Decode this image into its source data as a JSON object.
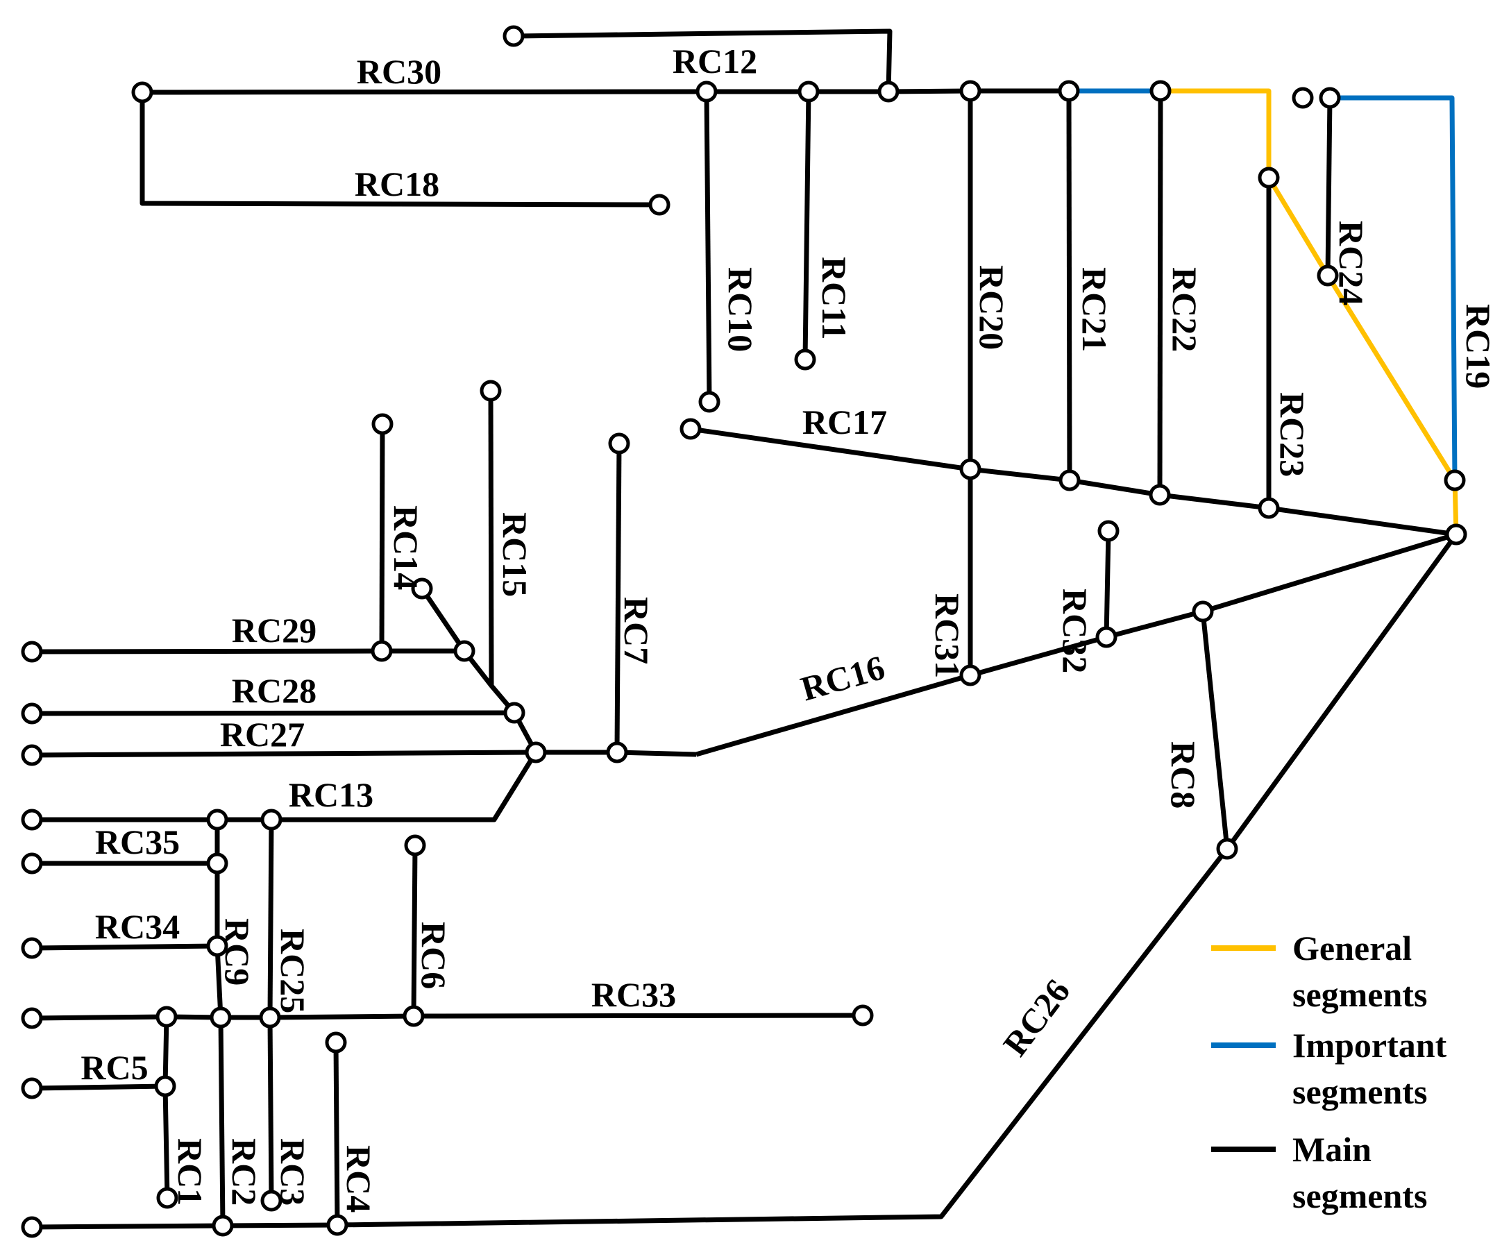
{
  "colors": {
    "main": "#000000",
    "important": "#0070c0",
    "general": "#ffc000"
  },
  "segments": [
    {
      "label": "RC30",
      "type": "main"
    },
    {
      "label": "RC18",
      "type": "main"
    },
    {
      "label": "RC12",
      "type": "main"
    },
    {
      "label": "RC10",
      "type": "main"
    },
    {
      "label": "RC11",
      "type": "main"
    },
    {
      "label": "RC20",
      "type": "main"
    },
    {
      "label": "RC21",
      "type": "main"
    },
    {
      "label": "RC22",
      "type": "main"
    },
    {
      "label": "RC23",
      "type": "main"
    },
    {
      "label": "RC24",
      "type": "main"
    },
    {
      "label": "RC19",
      "type": "important"
    },
    {
      "label": "RC17",
      "type": "main"
    },
    {
      "label": "RC14",
      "type": "main"
    },
    {
      "label": "RC15",
      "type": "main"
    },
    {
      "label": "RC7",
      "type": "main"
    },
    {
      "label": "RC31",
      "type": "main"
    },
    {
      "label": "RC32",
      "type": "main"
    },
    {
      "label": "RC29",
      "type": "main"
    },
    {
      "label": "RC28",
      "type": "main"
    },
    {
      "label": "RC27",
      "type": "main"
    },
    {
      "label": "RC16",
      "type": "main"
    },
    {
      "label": "RC8",
      "type": "main"
    },
    {
      "label": "RC13",
      "type": "main"
    },
    {
      "label": "RC35",
      "type": "main"
    },
    {
      "label": "RC9",
      "type": "main"
    },
    {
      "label": "RC25",
      "type": "main"
    },
    {
      "label": "RC6",
      "type": "main"
    },
    {
      "label": "RC34",
      "type": "main"
    },
    {
      "label": "RC33",
      "type": "main"
    },
    {
      "label": "RC5",
      "type": "main"
    },
    {
      "label": "RC1",
      "type": "main"
    },
    {
      "label": "RC2",
      "type": "main"
    },
    {
      "label": "RC3",
      "type": "main"
    },
    {
      "label": "RC4",
      "type": "main"
    },
    {
      "label": "RC26",
      "type": "main"
    }
  ],
  "legend": {
    "items": [
      {
        "name": "general",
        "line1": "General",
        "line2": "segments",
        "color": "#ffc000"
      },
      {
        "name": "important",
        "line1": "Important",
        "line2": "segments",
        "color": "#0070c0"
      },
      {
        "name": "main",
        "line1": "Main",
        "line2": "segments",
        "color": "#000000"
      }
    ]
  }
}
